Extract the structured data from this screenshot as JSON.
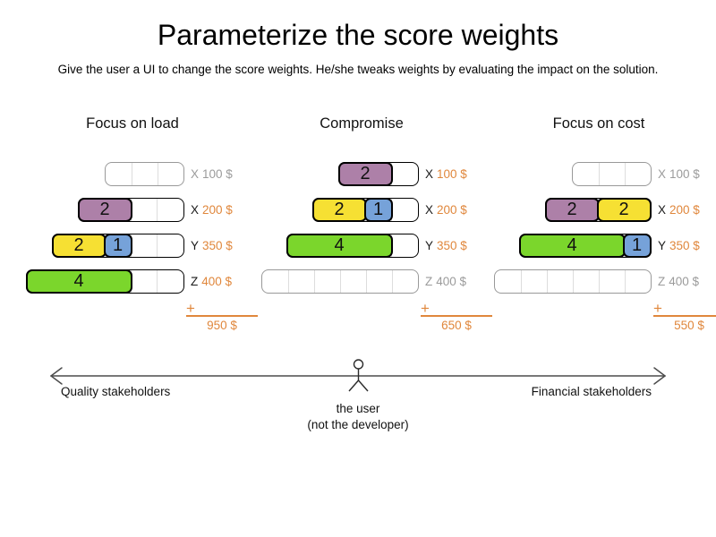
{
  "title": "Parameterize the score weights",
  "subtitle": "Give the user a UI to change the score weights. He/she tweaks weights by evaluating the impact on the solution.",
  "plus_sign": "+",
  "colors": {
    "purple": "#ad80a8",
    "yellow": "#f6e033",
    "blue": "#76a2d9",
    "green": "#7bd62c",
    "orange": "#e0873c",
    "muted_gray": "#9b9b9b"
  },
  "columns": [
    {
      "header": "Focus on load",
      "total": "950 $",
      "rows": [
        {
          "units": 3,
          "active": false,
          "label_letter": "X",
          "label_amount": "100 $",
          "blocks": []
        },
        {
          "units": 4,
          "active": true,
          "label_letter": "X",
          "label_amount": "200 $",
          "blocks": [
            {
              "value": "2",
              "units": 2,
              "color": "purple"
            }
          ]
        },
        {
          "units": 5,
          "active": true,
          "label_letter": "Y",
          "label_amount": "350 $",
          "blocks": [
            {
              "value": "2",
              "units": 2,
              "color": "yellow"
            },
            {
              "value": "1",
              "units": 1,
              "color": "blue"
            }
          ]
        },
        {
          "units": 6,
          "active": true,
          "label_letter": "Z",
          "label_amount": "400 $",
          "blocks": [
            {
              "value": "4",
              "units": 4,
              "color": "green"
            }
          ]
        }
      ]
    },
    {
      "header": "Compromise",
      "total": "650 $",
      "rows": [
        {
          "units": 3,
          "active": true,
          "label_letter": "X",
          "label_amount": "100 $",
          "blocks": [
            {
              "value": "2",
              "units": 2,
              "color": "purple"
            }
          ]
        },
        {
          "units": 4,
          "active": true,
          "label_letter": "X",
          "label_amount": "200 $",
          "blocks": [
            {
              "value": "2",
              "units": 2,
              "color": "yellow"
            },
            {
              "value": "1",
              "units": 1,
              "color": "blue"
            }
          ]
        },
        {
          "units": 5,
          "active": true,
          "label_letter": "Y",
          "label_amount": "350 $",
          "blocks": [
            {
              "value": "4",
              "units": 4,
              "color": "green"
            }
          ]
        },
        {
          "units": 6,
          "active": false,
          "label_letter": "Z",
          "label_amount": "400 $",
          "blocks": []
        }
      ]
    },
    {
      "header": "Focus on cost",
      "total": "550 $",
      "rows": [
        {
          "units": 3,
          "active": false,
          "label_letter": "X",
          "label_amount": "100 $",
          "blocks": []
        },
        {
          "units": 4,
          "active": true,
          "label_letter": "X",
          "label_amount": "200 $",
          "blocks": [
            {
              "value": "2",
              "units": 2,
              "color": "purple"
            },
            {
              "value": "2",
              "units": 2,
              "color": "yellow"
            }
          ]
        },
        {
          "units": 5,
          "active": true,
          "label_letter": "Y",
          "label_amount": "350 $",
          "blocks": [
            {
              "value": "4",
              "units": 4,
              "color": "green"
            },
            {
              "value": "1",
              "units": 1,
              "color": "blue"
            }
          ]
        },
        {
          "units": 6,
          "active": false,
          "label_letter": "Z",
          "label_amount": "400 $",
          "blocks": []
        }
      ]
    }
  ],
  "axis": {
    "left_label": "Quality stakeholders",
    "right_label": "Financial stakeholders",
    "center_label_line1": "the user",
    "center_label_line2": "(not the developer)"
  }
}
